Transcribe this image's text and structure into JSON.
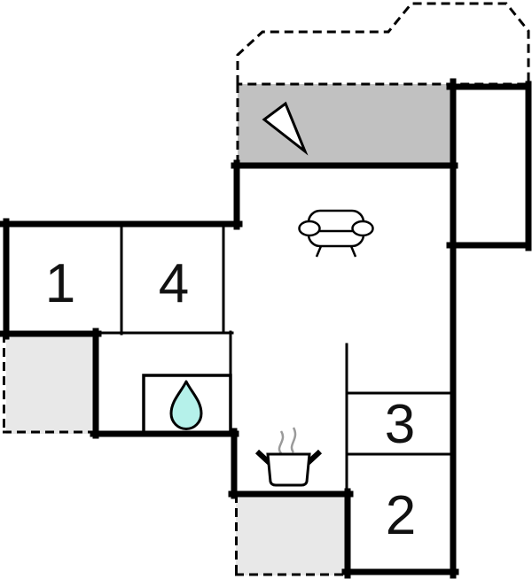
{
  "floorplan": {
    "rooms": [
      {
        "name": "room-1",
        "label": "1"
      },
      {
        "name": "room-4",
        "label": "4"
      },
      {
        "name": "room-3",
        "label": "3"
      },
      {
        "name": "room-2",
        "label": "2"
      }
    ],
    "icons": {
      "north_arrow": "north-arrow-icon",
      "sofa": "sofa-icon",
      "water_drop": "water-drop-icon",
      "cooking_pot": "cooking-pot-icon"
    },
    "colors": {
      "wall": "#000000",
      "terrace_light": "#e8e8e8",
      "terrace_dark": "#c1c1c1",
      "water_drop_fill": "#b5f1ea",
      "steam": "#9a9a9a",
      "label_color": "#111111",
      "background": "#ffffff"
    }
  }
}
